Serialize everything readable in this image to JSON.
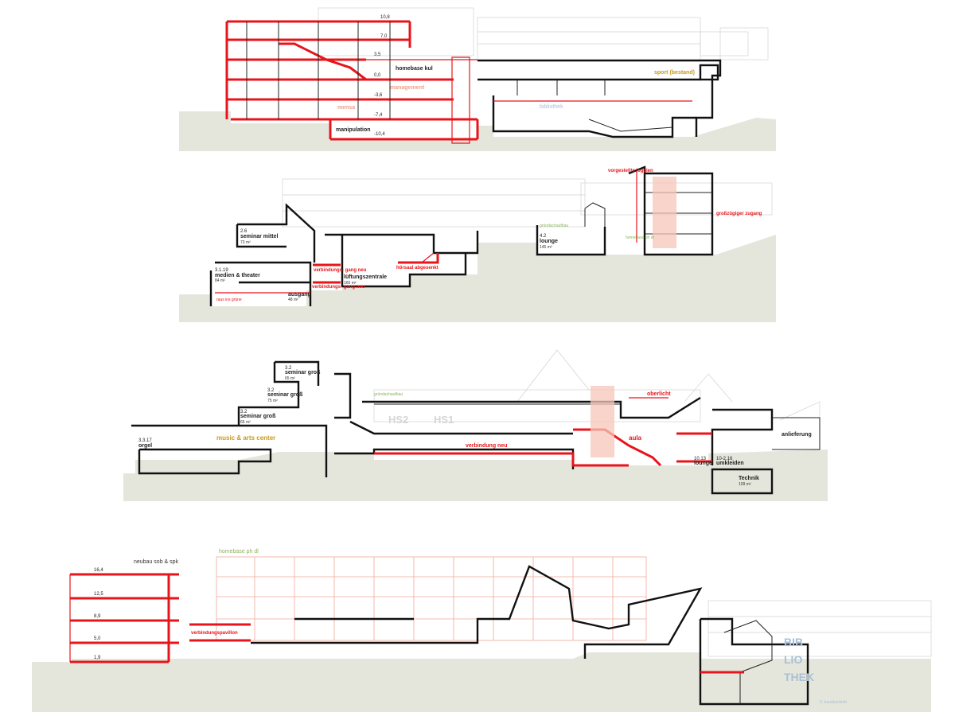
{
  "colors": {
    "new_construction": "#e8141b",
    "existing_cut": "#111111",
    "ground": "#e4e6dc",
    "background_ghost": "#d2d2d2",
    "pink_new_facade": "#f3a99a",
    "label_gold": "#c99a18",
    "label_green": "#8db25e",
    "label_blue": "#a9bfd8",
    "label_salmon": "#f2a08a"
  },
  "section1": {
    "homebase_kul": "homebase kul",
    "management": "management",
    "mensa": "mensa",
    "manipulation": "manipulation",
    "bibliothek": "bibliothek",
    "sport": "sport (bestand)",
    "levels": [
      "10,8",
      "7,0",
      "3,5",
      "0,0",
      "-3,6",
      "-7,4",
      "-10,4"
    ]
  },
  "section2": {
    "seminar_mittel": "seminar mittel",
    "medien_theater": "medien & theater",
    "ausgang": "ausgang",
    "lueftungszentrale": "lüftungszentrale",
    "verbindungsgang_neu_1": "verbindungs- gang neu",
    "verbindungsgang_neu_2": "verbindungs- gang neu",
    "hoersaal": "hörsaal abgesenkt",
    "lounge": "lounge",
    "vorgestellte_loggien": "vorgestellte loggien",
    "grosszuegiger_zugang": "großzügiger zugang",
    "homebase_ph": "homebase ph dl",
    "raus_ins_gruene": "raus ins grüne",
    "gruendachaufbau": "gründachaufbau",
    "room_ids": [
      "2.6",
      "3.1.19",
      "4.2"
    ],
    "areas": [
      "73 m²",
      "84 m²",
      "48 m²",
      "160 m²",
      "145 m²"
    ]
  },
  "section3": {
    "seminar_gross_1": "seminar groß",
    "seminar_gross_2": "seminar groß",
    "seminar_gross_3": "seminar groß",
    "orgel": "orgel",
    "music_arts": "music & arts center",
    "hs2": "HS2",
    "hs1": "HS1",
    "verbindung_neu": "verbindung neu",
    "oberlicht": "oberlicht",
    "aula": "aula",
    "lounge": "lounge",
    "umkleiden": "umkleiden",
    "anlieferung": "anlieferung",
    "technik": "Technik",
    "technik_area": "109 m²",
    "gruendachaufbau": "gründachaufbau",
    "room_ids": [
      "3.2",
      "3.2",
      "3.2",
      "3.3.17",
      "10.13",
      "10-2.16"
    ],
    "areas": [
      "65 m²",
      "75 m²",
      "66 m²"
    ]
  },
  "section4": {
    "neubau": "neubau sob & spk",
    "homebase_ph": "homebase ph dl",
    "verbindungspavillon": "verbindungspavillon",
    "bib_1": "BIB",
    "bib_2": "LIO",
    "bib_3": "THEK",
    "bodenplatte": "2. bauabschnitt",
    "levels": [
      "16,4",
      "12,5",
      "8,9",
      "5,0",
      "1,9"
    ]
  }
}
